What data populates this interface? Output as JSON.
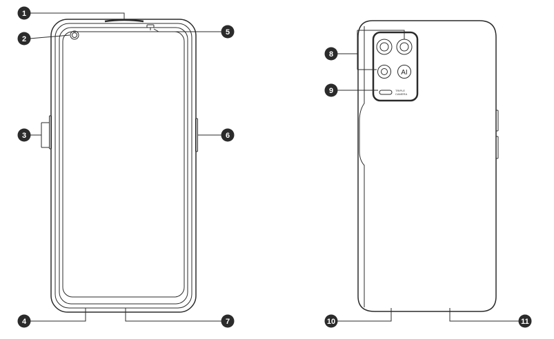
{
  "callouts": [
    "1",
    "2",
    "3",
    "4",
    "5",
    "6",
    "7",
    "8",
    "9",
    "10",
    "11"
  ],
  "back": {
    "camera_label": "AI",
    "flash_text_line1": "TRIPLE",
    "flash_text_line2": "CAMERA"
  },
  "colors": {
    "line": "#2a2a2a",
    "badge": "#2b2b2b",
    "background": "#ffffff"
  }
}
